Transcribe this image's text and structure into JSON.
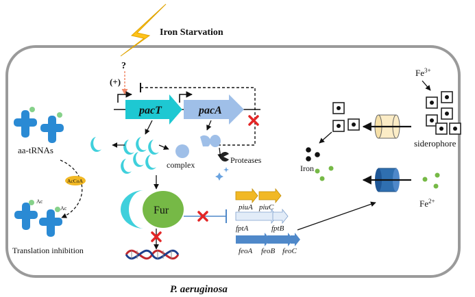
{
  "labels": {
    "iron_starvation": "Iron Starvation",
    "question": "?",
    "plus": "(+)",
    "pacT": "pacT",
    "pacA": "pacA",
    "aa_trnas": "aa-tRNAs",
    "accoa": "AcCoA",
    "ac": "Ac",
    "translation_inhibition": "Translation  inhibition",
    "complex": "complex",
    "proteases": "Proteases",
    "fur": "Fur",
    "piuA": "piuA",
    "piuC": "piuC",
    "fptA": "fptA",
    "fptB": "fptB",
    "feoA": "feoA",
    "feoB": "feoB",
    "feoC": "feoC",
    "iron": "Iron",
    "fe3_base": "Fe",
    "fe3_sup": "3+",
    "siderophore": "siderophore",
    "fe2_base": "Fe",
    "fe2_sup": "2+",
    "organism": "P. aeruginosa"
  },
  "colors": {
    "pacT_fill": "#1ec8d2",
    "pacA_fill": "#9fbfe8",
    "trna_blue": "#2a8ad4",
    "cyan_fragment": "#3fd0dc",
    "fur_green": "#76b946",
    "piu_gold": "#f1b825",
    "fpt_pale": "#e2ecf8",
    "feo_blue": "#4f88c9",
    "inhibit_red": "#e32626",
    "lightning": "#ffc21a",
    "membrane": "#9a9a9a"
  }
}
